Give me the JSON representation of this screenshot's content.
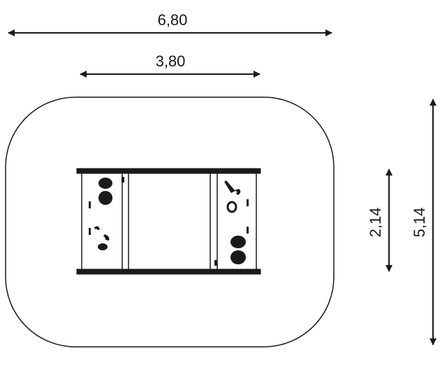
{
  "dimensions": {
    "overall_width": "6,80",
    "structure_width": "3,80",
    "structure_depth": "2,14",
    "overall_depth": "5,14"
  },
  "colors": {
    "line": "#1a1a1a",
    "background": "#ffffff"
  }
}
